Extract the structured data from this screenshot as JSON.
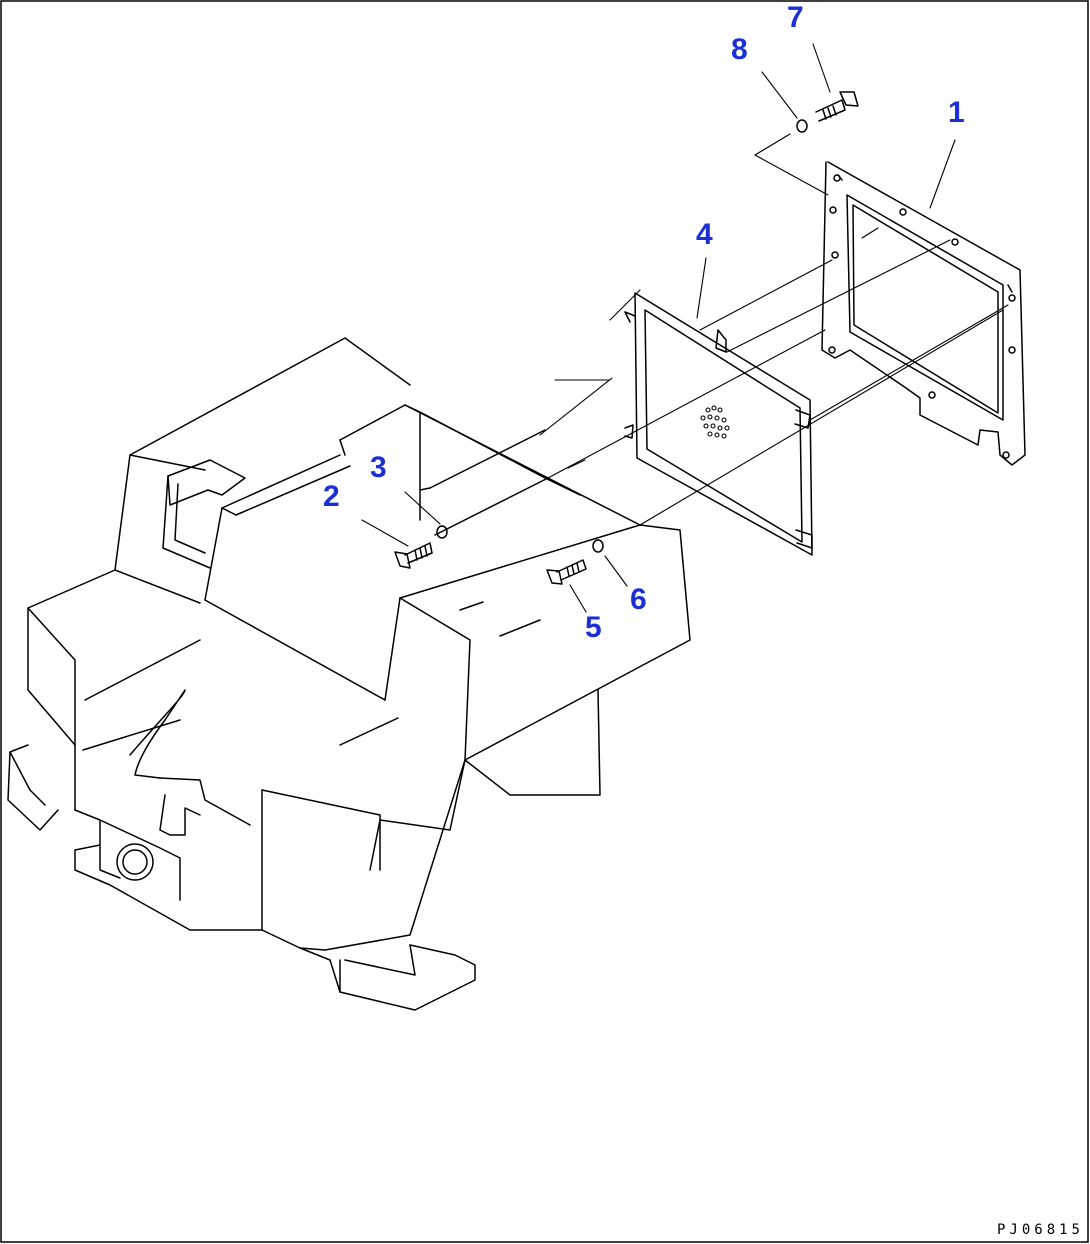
{
  "callouts": [
    {
      "id": "1",
      "label": "1"
    },
    {
      "id": "2",
      "label": "2"
    },
    {
      "id": "3",
      "label": "3"
    },
    {
      "id": "4",
      "label": "4"
    },
    {
      "id": "5",
      "label": "5"
    },
    {
      "id": "6",
      "label": "6"
    },
    {
      "id": "7",
      "label": "7"
    },
    {
      "id": "8",
      "label": "8"
    }
  ],
  "drawing_code": "PJ06815",
  "colors": {
    "callout": "#1a2fd6",
    "line": "#000000",
    "background": "#ffffff"
  }
}
